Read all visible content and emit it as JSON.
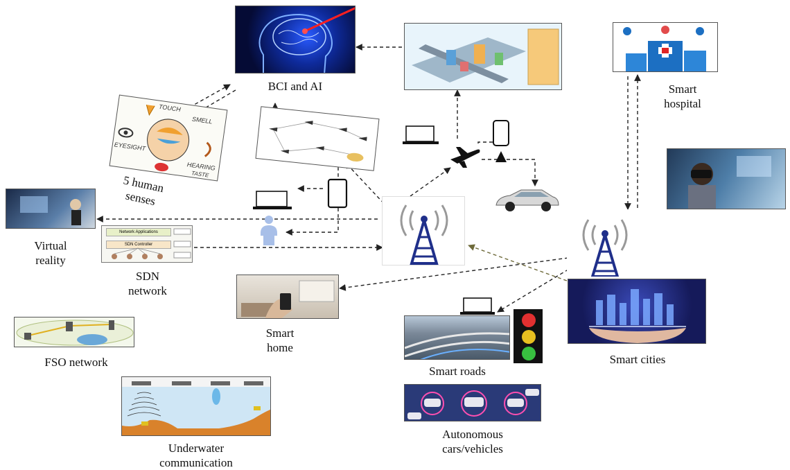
{
  "labels": {
    "bci_ai": "BCI and AI",
    "five_senses": "5 human\nsenses",
    "smart_hospital": "Smart\nhospital",
    "virtual_reality": "Virtual\nreality",
    "sdn_network": "SDN\nnetwork",
    "smart_home": "Smart\nhome",
    "fso_network": "FSO network",
    "underwater": "Underwater\ncommunication",
    "smart_roads": "Smart roads",
    "smart_cities": "Smart cities",
    "autonomous": "Autonomous\ncars/vehicles"
  },
  "senses_words": {
    "touch": "TOUCH",
    "smell": "SMELL",
    "eyesight": "EYESIGHT",
    "hearing": "HEARING",
    "taste": "TASTE"
  },
  "sdn_panel": {
    "apps": "Network Applications",
    "controller": "SDN Controller"
  },
  "colors": {
    "arrow": "#222222",
    "olive_arrow": "#6e6a3a",
    "tower": "#1f2f8a",
    "brain_bg": "#0a1a5a",
    "sea": "#cfe6f5",
    "seabed": "#d9822b"
  }
}
